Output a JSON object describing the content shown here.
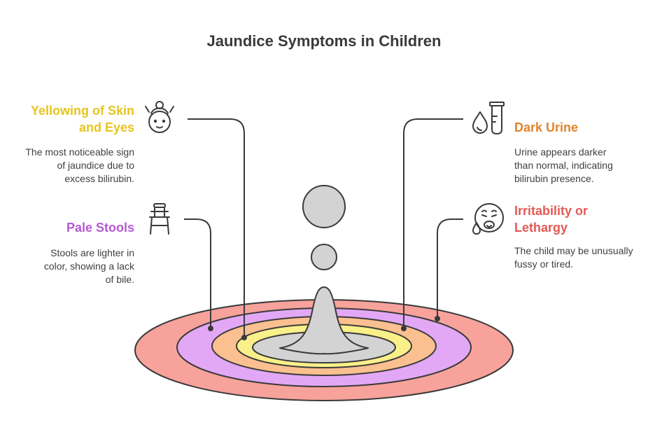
{
  "title": "Jaundice Symptoms in Children",
  "colors": {
    "yellow": "#e6c51f",
    "orange": "#e0842e",
    "purple": "#b65ad6",
    "red": "#e25a55",
    "ring_red": "#f7a29b",
    "ring_purple": "#e3a8f5",
    "ring_orange": "#fac08f",
    "ring_yellow": "#faf08a",
    "ring_gray": "#d3d3d3"
  },
  "items": [
    {
      "label": "Yellowing of Skin and Eyes",
      "description": "The most noticeable sign of jaundice due to excess bilirubin.",
      "icon": "child-face-icon",
      "color": "#e6c51f"
    },
    {
      "label": "Pale Stools",
      "description": "Stools are lighter in color, showing a lack of bile.",
      "icon": "high-chair-icon",
      "color": "#b65ad6"
    },
    {
      "label": "Dark Urine",
      "description": "Urine appears darker than normal, indicating bilirubin presence.",
      "icon": "drop-test-tube-icon",
      "color": "#e0842e"
    },
    {
      "label": "Irritability or Lethargy",
      "description": "The child may be unusually fussy or tired.",
      "icon": "sick-face-icon",
      "color": "#e25a55"
    }
  ]
}
